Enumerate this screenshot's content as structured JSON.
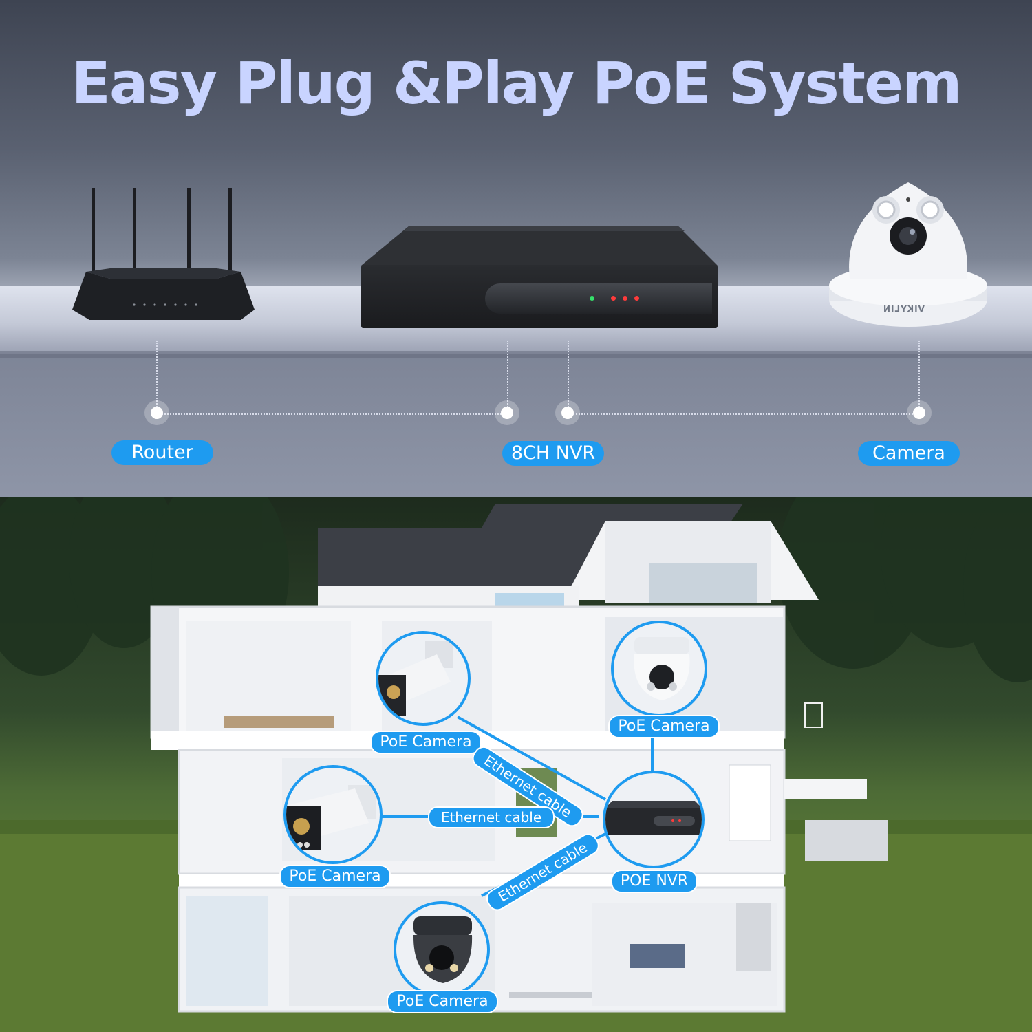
{
  "header": {
    "title": "Easy Plug &Play PoE System"
  },
  "devices": {
    "router_label": "Router",
    "nvr_label": "8CH NVR",
    "camera_label": "Camera",
    "camera_brand": "VIKYLIN"
  },
  "house": {
    "camera_labels": [
      "PoE Camera",
      "PoE Camera",
      "PoE Camera",
      "PoE Camera"
    ],
    "nvr_label": "POE NVR",
    "cable_labels": [
      "Ethernet cable",
      "Ethernet cable",
      "Ethernet cable"
    ]
  },
  "colors": {
    "title": "#c9d4ff",
    "accent": "#1e9bf0",
    "connector": "#1e9bf0"
  }
}
